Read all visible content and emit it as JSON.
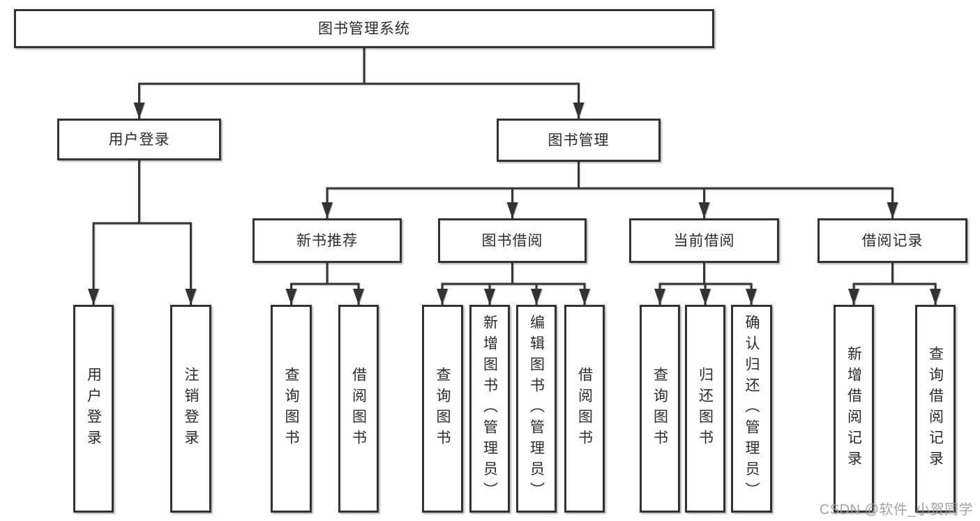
{
  "diagram_title": "图书管理系统",
  "nodes": {
    "root": {
      "label": "图书管理系统"
    },
    "user_login": {
      "label": "用户登录",
      "children": {
        "login": {
          "label": "用户登录"
        },
        "logout": {
          "label": "注销登录"
        }
      }
    },
    "book_mgmt": {
      "label": "图书管理",
      "children": {
        "new_book": {
          "label": "新书推荐",
          "children": {
            "query_book": {
              "label": "查询图书"
            },
            "borrow_book": {
              "label": "借阅图书"
            }
          }
        },
        "book_borrow": {
          "label": "图书借阅",
          "children": {
            "query_book": {
              "label": "查询图书"
            },
            "add_book": {
              "label": "新增图书（管理员）"
            },
            "edit_book": {
              "label": "编辑图书（管理员）"
            },
            "borrow_book": {
              "label": "借阅图书"
            }
          }
        },
        "current_borrow": {
          "label": "当前借阅",
          "children": {
            "query_book": {
              "label": "查询图书"
            },
            "return_book": {
              "label": "归还图书"
            },
            "confirm_return": {
              "label": "确认归还（管理员）"
            }
          }
        },
        "borrow_record": {
          "label": "借阅记录",
          "children": {
            "add_record": {
              "label": "新增借阅记录"
            },
            "query_record": {
              "label": "查询借阅记录"
            }
          }
        }
      }
    }
  },
  "watermark": {
    "text": "CSDN @软件_小贺同学"
  },
  "colors": {
    "line": "#363636",
    "box_border": "#333333",
    "box_fill": "#ffffff",
    "text": "#2b2b2b",
    "watermark": "#9b9ba2",
    "background": "#ffffff"
  }
}
